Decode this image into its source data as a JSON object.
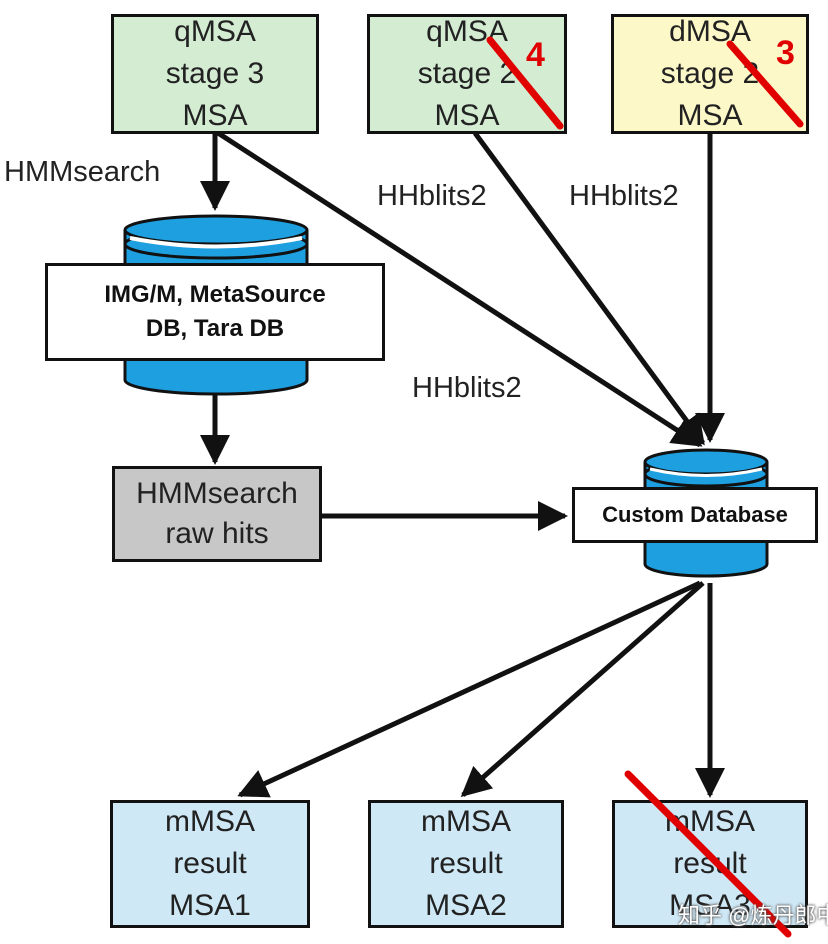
{
  "top_boxes": [
    {
      "lines": [
        "qMSA",
        "stage 3",
        "MSA"
      ]
    },
    {
      "lines": [
        "qMSA",
        "stage 2",
        "MSA"
      ]
    },
    {
      "lines": [
        "dMSA",
        "stage 2",
        "MSA"
      ]
    }
  ],
  "edge_labels": {
    "hmmsearch": "HMMsearch",
    "hhblits_a": "HHblits2",
    "hhblits_b": "HHblits2",
    "hhblits_c": "HHblits2"
  },
  "database": {
    "lines": [
      "IMG/M, MetaSource",
      "DB, Tara DB"
    ]
  },
  "raw_hits": {
    "lines": [
      "HMMsearch",
      "raw hits"
    ]
  },
  "custom_db": {
    "label": "Custom Database"
  },
  "results": [
    {
      "lines": [
        "mMSA",
        "result",
        "MSA1"
      ]
    },
    {
      "lines": [
        "mMSA",
        "result",
        "MSA2"
      ]
    },
    {
      "lines": [
        "mMSA",
        "result",
        "MSA3"
      ]
    }
  ],
  "annotations": {
    "num_a": "4",
    "num_b": "3"
  },
  "watermark": "知乎 @炼丹郎中",
  "colors": {
    "green": "#d3ecd2",
    "yellow": "#fdf8c8",
    "gray": "#c7c7c7",
    "blue": "#cfe8f6",
    "db": "#1e9fe0",
    "strike": "#e00000"
  }
}
